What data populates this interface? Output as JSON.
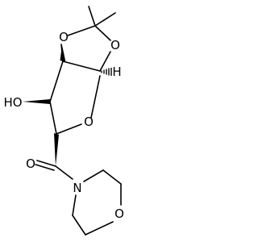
{
  "molecule": {
    "atoms": {
      "o_dioxolane_left": "O",
      "o_dioxolane_right": "O",
      "hydroxyl": "HO",
      "o_furanose": "O",
      "h_anomeric": "H",
      "o_carbonyl": "O",
      "n_morpholine": "N",
      "o_morpholine": "O"
    }
  }
}
